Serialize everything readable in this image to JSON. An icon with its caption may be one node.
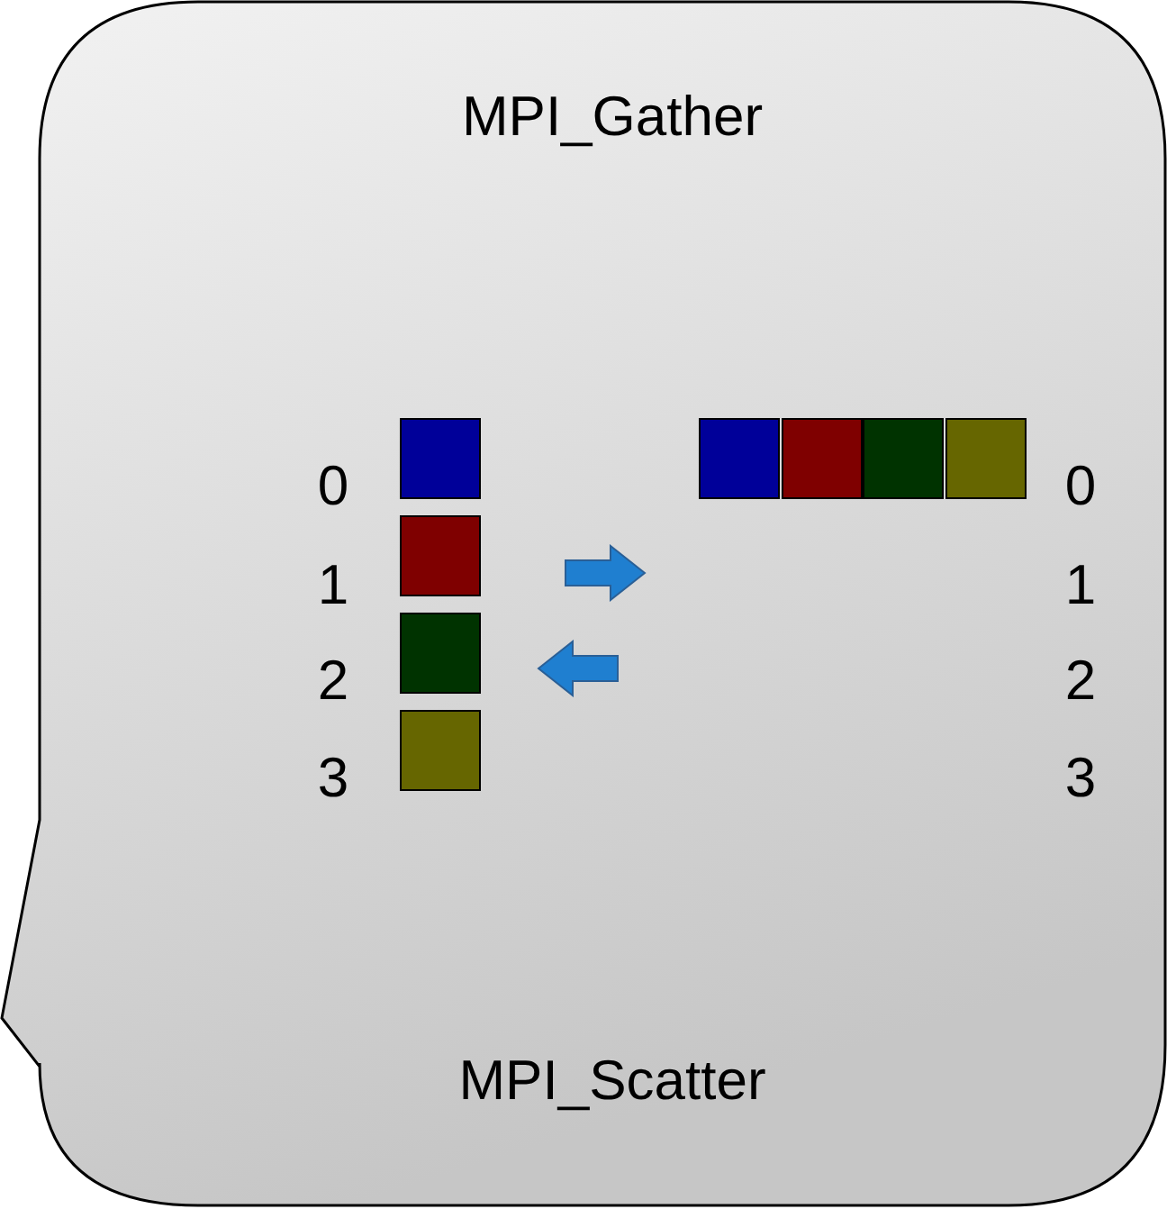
{
  "diagram": {
    "nodes": [
      {
        "text": [
          "MPI_Gather",
          "MPI_Scatter"
        ]
      }
    ],
    "labels": [
      "0",
      "1",
      "2",
      "3",
      "0",
      "1",
      "2",
      "3"
    ]
  }
}
